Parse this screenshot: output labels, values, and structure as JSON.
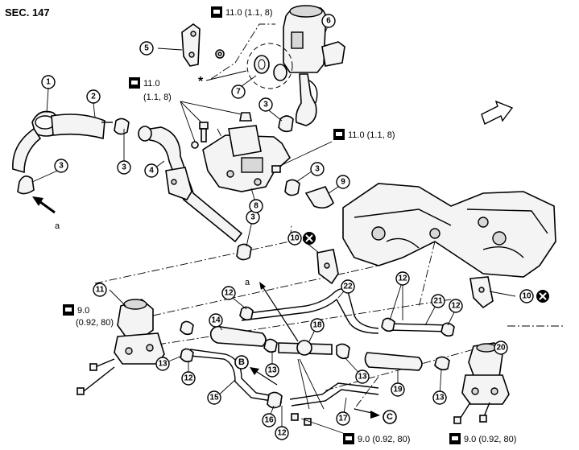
{
  "header": {
    "section": "SEC. 147"
  },
  "callouts": [
    {
      "id": "c1",
      "n": "1"
    },
    {
      "id": "c2",
      "n": "2"
    },
    {
      "id": "c3a",
      "n": "3"
    },
    {
      "id": "c3b",
      "n": "3"
    },
    {
      "id": "c3c",
      "n": "3"
    },
    {
      "id": "c3d",
      "n": "3"
    },
    {
      "id": "c3e",
      "n": "3"
    },
    {
      "id": "c4",
      "n": "4"
    },
    {
      "id": "c5",
      "n": "5"
    },
    {
      "id": "c6",
      "n": "6"
    },
    {
      "id": "c7",
      "n": "7"
    },
    {
      "id": "c8",
      "n": "8"
    },
    {
      "id": "c9",
      "n": "9"
    },
    {
      "id": "c10a",
      "n": "10"
    },
    {
      "id": "c10b",
      "n": "10"
    },
    {
      "id": "c11",
      "n": "11"
    },
    {
      "id": "c12a",
      "n": "12"
    },
    {
      "id": "c12b",
      "n": "12"
    },
    {
      "id": "c12c",
      "n": "12"
    },
    {
      "id": "c12d",
      "n": "12"
    },
    {
      "id": "c12e",
      "n": "12"
    },
    {
      "id": "c13a",
      "n": "13"
    },
    {
      "id": "c13b",
      "n": "13"
    },
    {
      "id": "c13c",
      "n": "13"
    },
    {
      "id": "c13d",
      "n": "13"
    },
    {
      "id": "c14",
      "n": "14"
    },
    {
      "id": "c15",
      "n": "15"
    },
    {
      "id": "c16",
      "n": "16"
    },
    {
      "id": "c17",
      "n": "17"
    },
    {
      "id": "c18",
      "n": "18"
    },
    {
      "id": "c19",
      "n": "19"
    },
    {
      "id": "c20",
      "n": "20"
    },
    {
      "id": "c21",
      "n": "21"
    },
    {
      "id": "c22",
      "n": "22"
    }
  ],
  "torque_specs": [
    {
      "id": "t1",
      "text": "11.0 (1.1, 8)"
    },
    {
      "id": "t2a",
      "text": "11.0"
    },
    {
      "id": "t2b",
      "text": "(1.1, 8)"
    },
    {
      "id": "t3",
      "text": "11.0 (1.1, 8)"
    },
    {
      "id": "t4a",
      "text": "9.0"
    },
    {
      "id": "t4b",
      "text": "(0.92, 80)"
    },
    {
      "id": "t5",
      "text": "9.0 (0.92, 80)"
    },
    {
      "id": "t6",
      "text": "9.0 (0.92, 80)"
    }
  ],
  "markers": [
    {
      "id": "mA1",
      "text": "a"
    },
    {
      "id": "mA2",
      "text": "a"
    },
    {
      "id": "mStar",
      "text": "*"
    }
  ],
  "connectors": [
    {
      "id": "kB",
      "text": "B"
    },
    {
      "id": "kC",
      "text": "C"
    }
  ]
}
